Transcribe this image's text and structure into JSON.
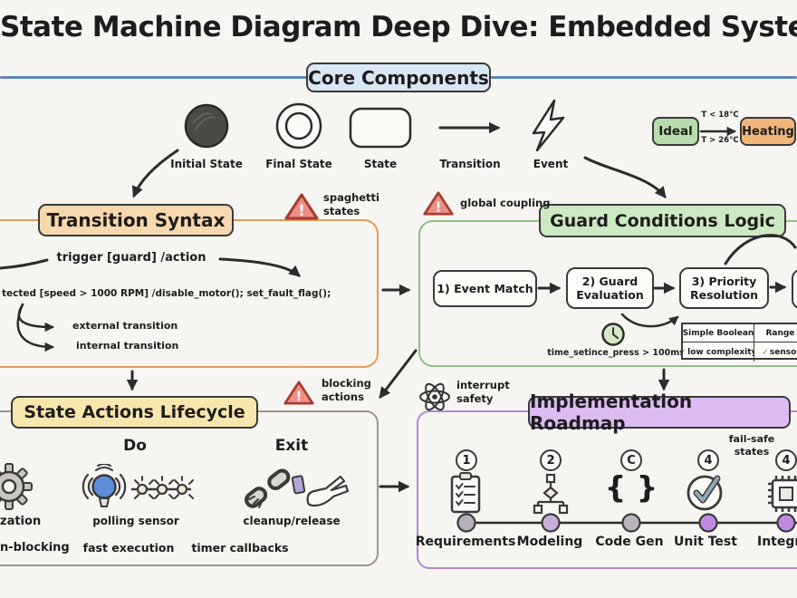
{
  "title": "State Machine Diagram Deep Dive: Embedded Systems",
  "colors": {
    "paper": "#f7f5f1",
    "ink": "#2c2c2c",
    "blue_line": "#5f86b5",
    "core_header_fill": "#d9e7f5",
    "transition_border": "#e29c5a",
    "transition_header_fill": "#f8d8ae",
    "guard_border": "#8cc287",
    "guard_header_fill": "#cde9c4",
    "lifecycle_border": "#9d968b",
    "lifecycle_header_fill": "#f7e7ad",
    "roadmap_border": "#b289d5",
    "roadmap_header_fill": "#dcbcf2",
    "ideal_fill": "#b7dcab",
    "heating_fill": "#f2b57a",
    "warning_fill": "#ec8f85",
    "sensor_blue": "#5b8dd9",
    "check_green": "#4aa04a"
  },
  "glyphs": {
    "check": "✓",
    "braces": "{ }",
    "bang": "!"
  },
  "core": {
    "header": "Core Components",
    "legend": [
      {
        "label": "Initial State"
      },
      {
        "label": "Final State"
      },
      {
        "label": "State"
      },
      {
        "label": "Transition"
      },
      {
        "label": "Event"
      }
    ],
    "example": {
      "from": "Ideal",
      "to": "Heating",
      "label_top": "T < 18°C",
      "label_bottom": "T > 26°C"
    }
  },
  "transition": {
    "header": "Transition Syntax",
    "pattern": "trigger [guard] /action",
    "example": "tected [speed > 1000 RPM] /disable_motor(); set_fault_flag();",
    "branch_external": "external transition",
    "branch_internal": "internal transition"
  },
  "guard": {
    "header": "Guard Conditions Logic",
    "step1": "1) Event Match",
    "step2": "2) Guard\nEvaluation",
    "step3": "3) Priority\nResolution",
    "timing": "time_setince_press > 100ms",
    "table": {
      "col1_header": "Simple Boolean",
      "col1_value": "low complexity",
      "col2_header": "Range Ch",
      "col2_value": "sensor th"
    }
  },
  "warnings": {
    "spaghetti": "spaghetti\nstates",
    "coupling": "global coupling",
    "blocking": "blocking\nactions",
    "interrupt": "interrupt\nsafety"
  },
  "lifecycle": {
    "header": "State Actions Lifecycle",
    "col_do": "Do",
    "col_exit": "Exit",
    "entry_label": "zation",
    "entry_note": "n-blocking",
    "do_label": "polling sensor",
    "do_note": "fast execution",
    "exit_label": "cleanup/release",
    "exit_note": "timer callbacks"
  },
  "roadmap": {
    "header": "Implementation Roadmap",
    "annotation": "fail-safe\nstates",
    "steps": [
      {
        "num": "1",
        "label": "Requirements"
      },
      {
        "num": "2",
        "label": "Modeling"
      },
      {
        "num": "C",
        "label": "Code Gen"
      },
      {
        "num": "4",
        "label": "Unit Test"
      },
      {
        "num": "4",
        "label": "Integra"
      }
    ]
  }
}
